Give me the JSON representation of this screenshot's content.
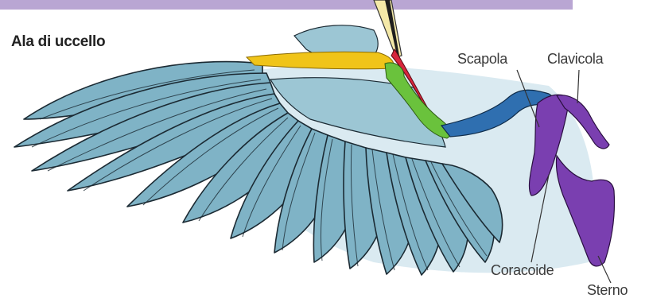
{
  "diagram": {
    "title": "Ala di uccello",
    "labels": {
      "scapola": "Scapola",
      "clavicola": "Clavicola",
      "coracoide": "Coracoide",
      "sterno": "Sterno"
    },
    "colors": {
      "banner": "#b9a6d3",
      "background_wash": "#cfe4ec",
      "feathers": "#7fb3c6",
      "feather_outline": "#1b2a33",
      "humerus": "#2f6fb0",
      "radius_ulna_yellow": "#f0c419",
      "carpal_green": "#6ac23c",
      "red_bone": "#d7263d",
      "girdle_purple": "#7a3fb0",
      "pen_tip": "#f4e9a8"
    }
  }
}
